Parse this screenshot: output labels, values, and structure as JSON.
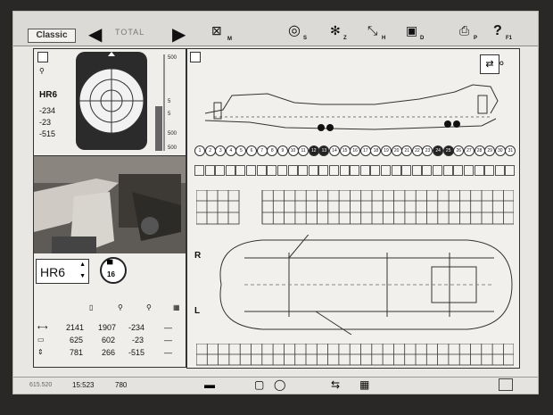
{
  "toolbar": {
    "classic_label": "Classic",
    "logo_text": "TOTAL",
    "btn_m_sub": "M",
    "btn_s_sub": "S",
    "btn_z_sub": "Z",
    "btn_h_sub": "H",
    "btn_d_sub": "D",
    "btn_p_sub": "P",
    "btn_f1_sub": "F1"
  },
  "gauge": {
    "point_label": "HR6",
    "values": [
      "-234",
      "-23",
      "-515"
    ],
    "scale_labels": [
      "500",
      "5",
      "5",
      "500",
      "500"
    ]
  },
  "diagram": {
    "side_label_r": "R",
    "side_label_l": "L",
    "o_button_sub": "O",
    "point_numbers": [
      "1",
      "2",
      "3",
      "4",
      "5",
      "6",
      "7",
      "8",
      "9",
      "10",
      "11",
      "12",
      "13",
      "14",
      "15",
      "16",
      "17",
      "18",
      "19",
      "20",
      "21",
      "22",
      "23",
      "24",
      "25",
      "26",
      "27",
      "28",
      "29",
      "30",
      "31"
    ]
  },
  "info": {
    "point_name": "HR6",
    "badge_num": "16",
    "rows": [
      [
        "2141",
        "1907",
        "-234",
        "—"
      ],
      [
        "625",
        "602",
        "-23",
        "—"
      ],
      [
        "781",
        "266",
        "-515",
        "—"
      ]
    ]
  },
  "status": {
    "pos": "615.520",
    "time": "15:523",
    "value": "780"
  }
}
